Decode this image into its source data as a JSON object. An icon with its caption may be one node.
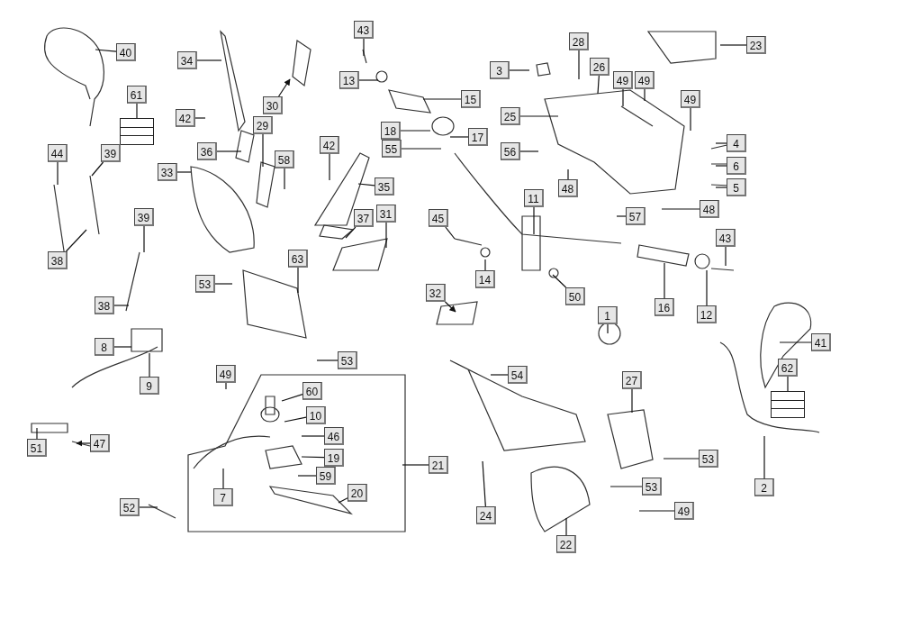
{
  "diagram": {
    "nodes": [
      {
        "text": [
          "40"
        ]
      },
      {
        "text": [
          "34"
        ]
      },
      {
        "text": [
          "43"
        ]
      },
      {
        "text": [
          "28"
        ]
      },
      {
        "text": [
          "23"
        ]
      },
      {
        "text": [
          "3"
        ]
      },
      {
        "text": [
          "26"
        ]
      },
      {
        "text": [
          "13"
        ]
      },
      {
        "text": [
          "49"
        ]
      },
      {
        "text": [
          "49"
        ]
      },
      {
        "text": [
          "61"
        ]
      },
      {
        "text": [],
        "shape": "box"
      },
      {
        "text": [
          "30"
        ]
      },
      {
        "text": [
          "15"
        ]
      },
      {
        "text": [
          "25"
        ]
      },
      {
        "text": [
          "49"
        ]
      },
      {
        "text": [
          "42"
        ]
      },
      {
        "text": [
          "29"
        ]
      },
      {
        "text": [
          "18"
        ]
      },
      {
        "text": [
          "17"
        ]
      },
      {
        "text": [
          "36"
        ]
      },
      {
        "text": [
          "55"
        ]
      },
      {
        "text": [
          "4"
        ]
      },
      {
        "text": [
          "56"
        ]
      },
      {
        "text": [
          "44"
        ]
      },
      {
        "text": [
          "39"
        ]
      },
      {
        "text": [
          "42"
        ]
      },
      {
        "text": [
          "58"
        ]
      },
      {
        "text": [
          "33"
        ]
      },
      {
        "text": [
          "6"
        ]
      },
      {
        "text": [
          "48"
        ]
      },
      {
        "text": [
          "5"
        ]
      },
      {
        "text": [
          "35"
        ]
      },
      {
        "text": [
          "57"
        ]
      },
      {
        "text": [
          "48"
        ]
      },
      {
        "text": [
          "11"
        ]
      },
      {
        "text": [
          "37"
        ]
      },
      {
        "text": [
          "31"
        ]
      },
      {
        "text": [
          "39"
        ]
      },
      {
        "text": [
          "45"
        ]
      },
      {
        "text": [
          "43"
        ]
      },
      {
        "text": [
          "38"
        ]
      },
      {
        "text": [
          "63"
        ]
      },
      {
        "text": [
          "53"
        ]
      },
      {
        "text": [
          "14"
        ]
      },
      {
        "text": [
          "50"
        ]
      },
      {
        "text": [
          "16"
        ]
      },
      {
        "text": [
          "12"
        ]
      },
      {
        "text": [
          "38"
        ]
      },
      {
        "text": [
          "32"
        ]
      },
      {
        "text": [
          "1"
        ]
      },
      {
        "text": [
          "41"
        ]
      },
      {
        "text": [
          "8"
        ]
      },
      {
        "text": [
          "53"
        ]
      },
      {
        "text": [
          "62"
        ]
      },
      {
        "text": [],
        "shape": "box"
      },
      {
        "text": [
          "9"
        ]
      },
      {
        "text": [
          "49"
        ]
      },
      {
        "text": [
          "54"
        ]
      },
      {
        "text": [
          "27"
        ]
      },
      {
        "text": [
          "60"
        ]
      },
      {
        "text": [
          "10"
        ]
      },
      {
        "text": [
          "46"
        ]
      },
      {
        "text": [
          "47"
        ]
      },
      {
        "text": [
          "51"
        ]
      },
      {
        "text": [
          "19"
        ]
      },
      {
        "text": [
          "21"
        ]
      },
      {
        "text": [
          "53"
        ]
      },
      {
        "text": [
          "59"
        ]
      },
      {
        "text": [
          "20"
        ]
      },
      {
        "text": [
          "7"
        ]
      },
      {
        "text": [
          "2"
        ]
      },
      {
        "text": [
          "53"
        ]
      },
      {
        "text": [
          "52"
        ]
      },
      {
        "text": [
          "24"
        ]
      },
      {
        "text": [
          "49"
        ]
      },
      {
        "text": [
          "22"
        ]
      }
    ],
    "edges": [
      {
        "from": 0,
        "to": null,
        "arrow": "none"
      },
      {
        "from": 1,
        "to": null,
        "arrow": "none"
      },
      {
        "from": 2,
        "to": null,
        "arrow": "none"
      },
      {
        "from": 3,
        "to": null,
        "arrow": "none"
      },
      {
        "from": 4,
        "to": null,
        "arrow": "none"
      },
      {
        "from": 5,
        "to": null,
        "arrow": "none"
      },
      {
        "from": 6,
        "to": null,
        "arrow": "none"
      },
      {
        "from": 7,
        "to": null,
        "arrow": "none"
      },
      {
        "from": 8,
        "to": null,
        "arrow": "none"
      },
      {
        "from": 9,
        "to": null,
        "arrow": "none"
      },
      {
        "from": 10,
        "to": 11,
        "arrow": "none"
      },
      {
        "from": 12,
        "to": null,
        "arrow": "to"
      },
      {
        "from": 13,
        "to": null,
        "arrow": "none"
      },
      {
        "from": 14,
        "to": null,
        "arrow": "none"
      },
      {
        "from": 15,
        "to": null,
        "arrow": "none"
      },
      {
        "from": 16,
        "to": null,
        "arrow": "none"
      },
      {
        "from": 17,
        "to": null,
        "arrow": "none"
      },
      {
        "from": 18,
        "to": null,
        "arrow": "none"
      },
      {
        "from": 19,
        "to": null,
        "arrow": "none"
      },
      {
        "from": 20,
        "to": null,
        "arrow": "none"
      },
      {
        "from": 21,
        "to": null,
        "arrow": "none"
      },
      {
        "from": 22,
        "to": null,
        "arrow": "none"
      },
      {
        "from": 23,
        "to": null,
        "arrow": "none"
      },
      {
        "from": 24,
        "to": null,
        "arrow": "none"
      },
      {
        "from": 25,
        "to": null,
        "arrow": "none"
      },
      {
        "from": 26,
        "to": null,
        "arrow": "none"
      },
      {
        "from": 27,
        "to": null,
        "arrow": "none"
      },
      {
        "from": 28,
        "to": null,
        "arrow": "none"
      },
      {
        "from": 29,
        "to": null,
        "arrow": "none"
      },
      {
        "from": 30,
        "to": null,
        "arrow": "none"
      },
      {
        "from": 31,
        "to": null,
        "arrow": "none"
      },
      {
        "from": 32,
        "to": null,
        "arrow": "none"
      },
      {
        "from": 33,
        "to": null,
        "arrow": "none"
      },
      {
        "from": 34,
        "to": null,
        "arrow": "none"
      },
      {
        "from": 35,
        "to": null,
        "arrow": "none"
      },
      {
        "from": 36,
        "to": null,
        "arrow": "none"
      },
      {
        "from": 37,
        "to": null,
        "arrow": "none"
      },
      {
        "from": 38,
        "to": null,
        "arrow": "none"
      },
      {
        "from": 39,
        "to": null,
        "arrow": "none"
      },
      {
        "from": 40,
        "to": null,
        "arrow": "none"
      },
      {
        "from": 41,
        "to": null,
        "arrow": "none"
      },
      {
        "from": 42,
        "to": null,
        "arrow": "none"
      },
      {
        "from": 43,
        "to": null,
        "arrow": "none"
      },
      {
        "from": 44,
        "to": null,
        "arrow": "none"
      },
      {
        "from": 45,
        "to": null,
        "arrow": "none"
      },
      {
        "from": 46,
        "to": null,
        "arrow": "none"
      },
      {
        "from": 47,
        "to": null,
        "arrow": "none"
      },
      {
        "from": 48,
        "to": null,
        "arrow": "none"
      },
      {
        "from": 49,
        "to": null,
        "arrow": "to"
      },
      {
        "from": 50,
        "to": null,
        "arrow": "none"
      },
      {
        "from": 51,
        "to": null,
        "arrow": "none"
      },
      {
        "from": 52,
        "to": null,
        "arrow": "none"
      },
      {
        "from": 53,
        "to": null,
        "arrow": "none"
      },
      {
        "from": 54,
        "to": 55,
        "arrow": "none"
      },
      {
        "from": 56,
        "to": null,
        "arrow": "none"
      },
      {
        "from": 57,
        "to": null,
        "arrow": "none"
      },
      {
        "from": 58,
        "to": null,
        "arrow": "none"
      },
      {
        "from": 59,
        "to": null,
        "arrow": "none"
      },
      {
        "from": 60,
        "to": null,
        "arrow": "none"
      },
      {
        "from": 61,
        "to": null,
        "arrow": "none"
      },
      {
        "from": 62,
        "to": null,
        "arrow": "none"
      },
      {
        "from": 63,
        "to": null,
        "arrow": "to"
      },
      {
        "from": 64,
        "to": null,
        "arrow": "none"
      },
      {
        "from": 65,
        "to": null,
        "arrow": "none"
      },
      {
        "from": 66,
        "to": null,
        "arrow": "none"
      },
      {
        "from": 67,
        "to": null,
        "arrow": "none"
      },
      {
        "from": 68,
        "to": null,
        "arrow": "none"
      },
      {
        "from": 69,
        "to": null,
        "arrow": "none"
      },
      {
        "from": 70,
        "to": null,
        "arrow": "none"
      },
      {
        "from": 71,
        "to": null,
        "arrow": "none"
      },
      {
        "from": 72,
        "to": null,
        "arrow": "none"
      },
      {
        "from": 73,
        "to": null,
        "arrow": "none"
      },
      {
        "from": 74,
        "to": null,
        "arrow": "none"
      },
      {
        "from": 75,
        "to": null,
        "arrow": "none"
      },
      {
        "from": 76,
        "to": null,
        "arrow": "none"
      }
    ]
  }
}
